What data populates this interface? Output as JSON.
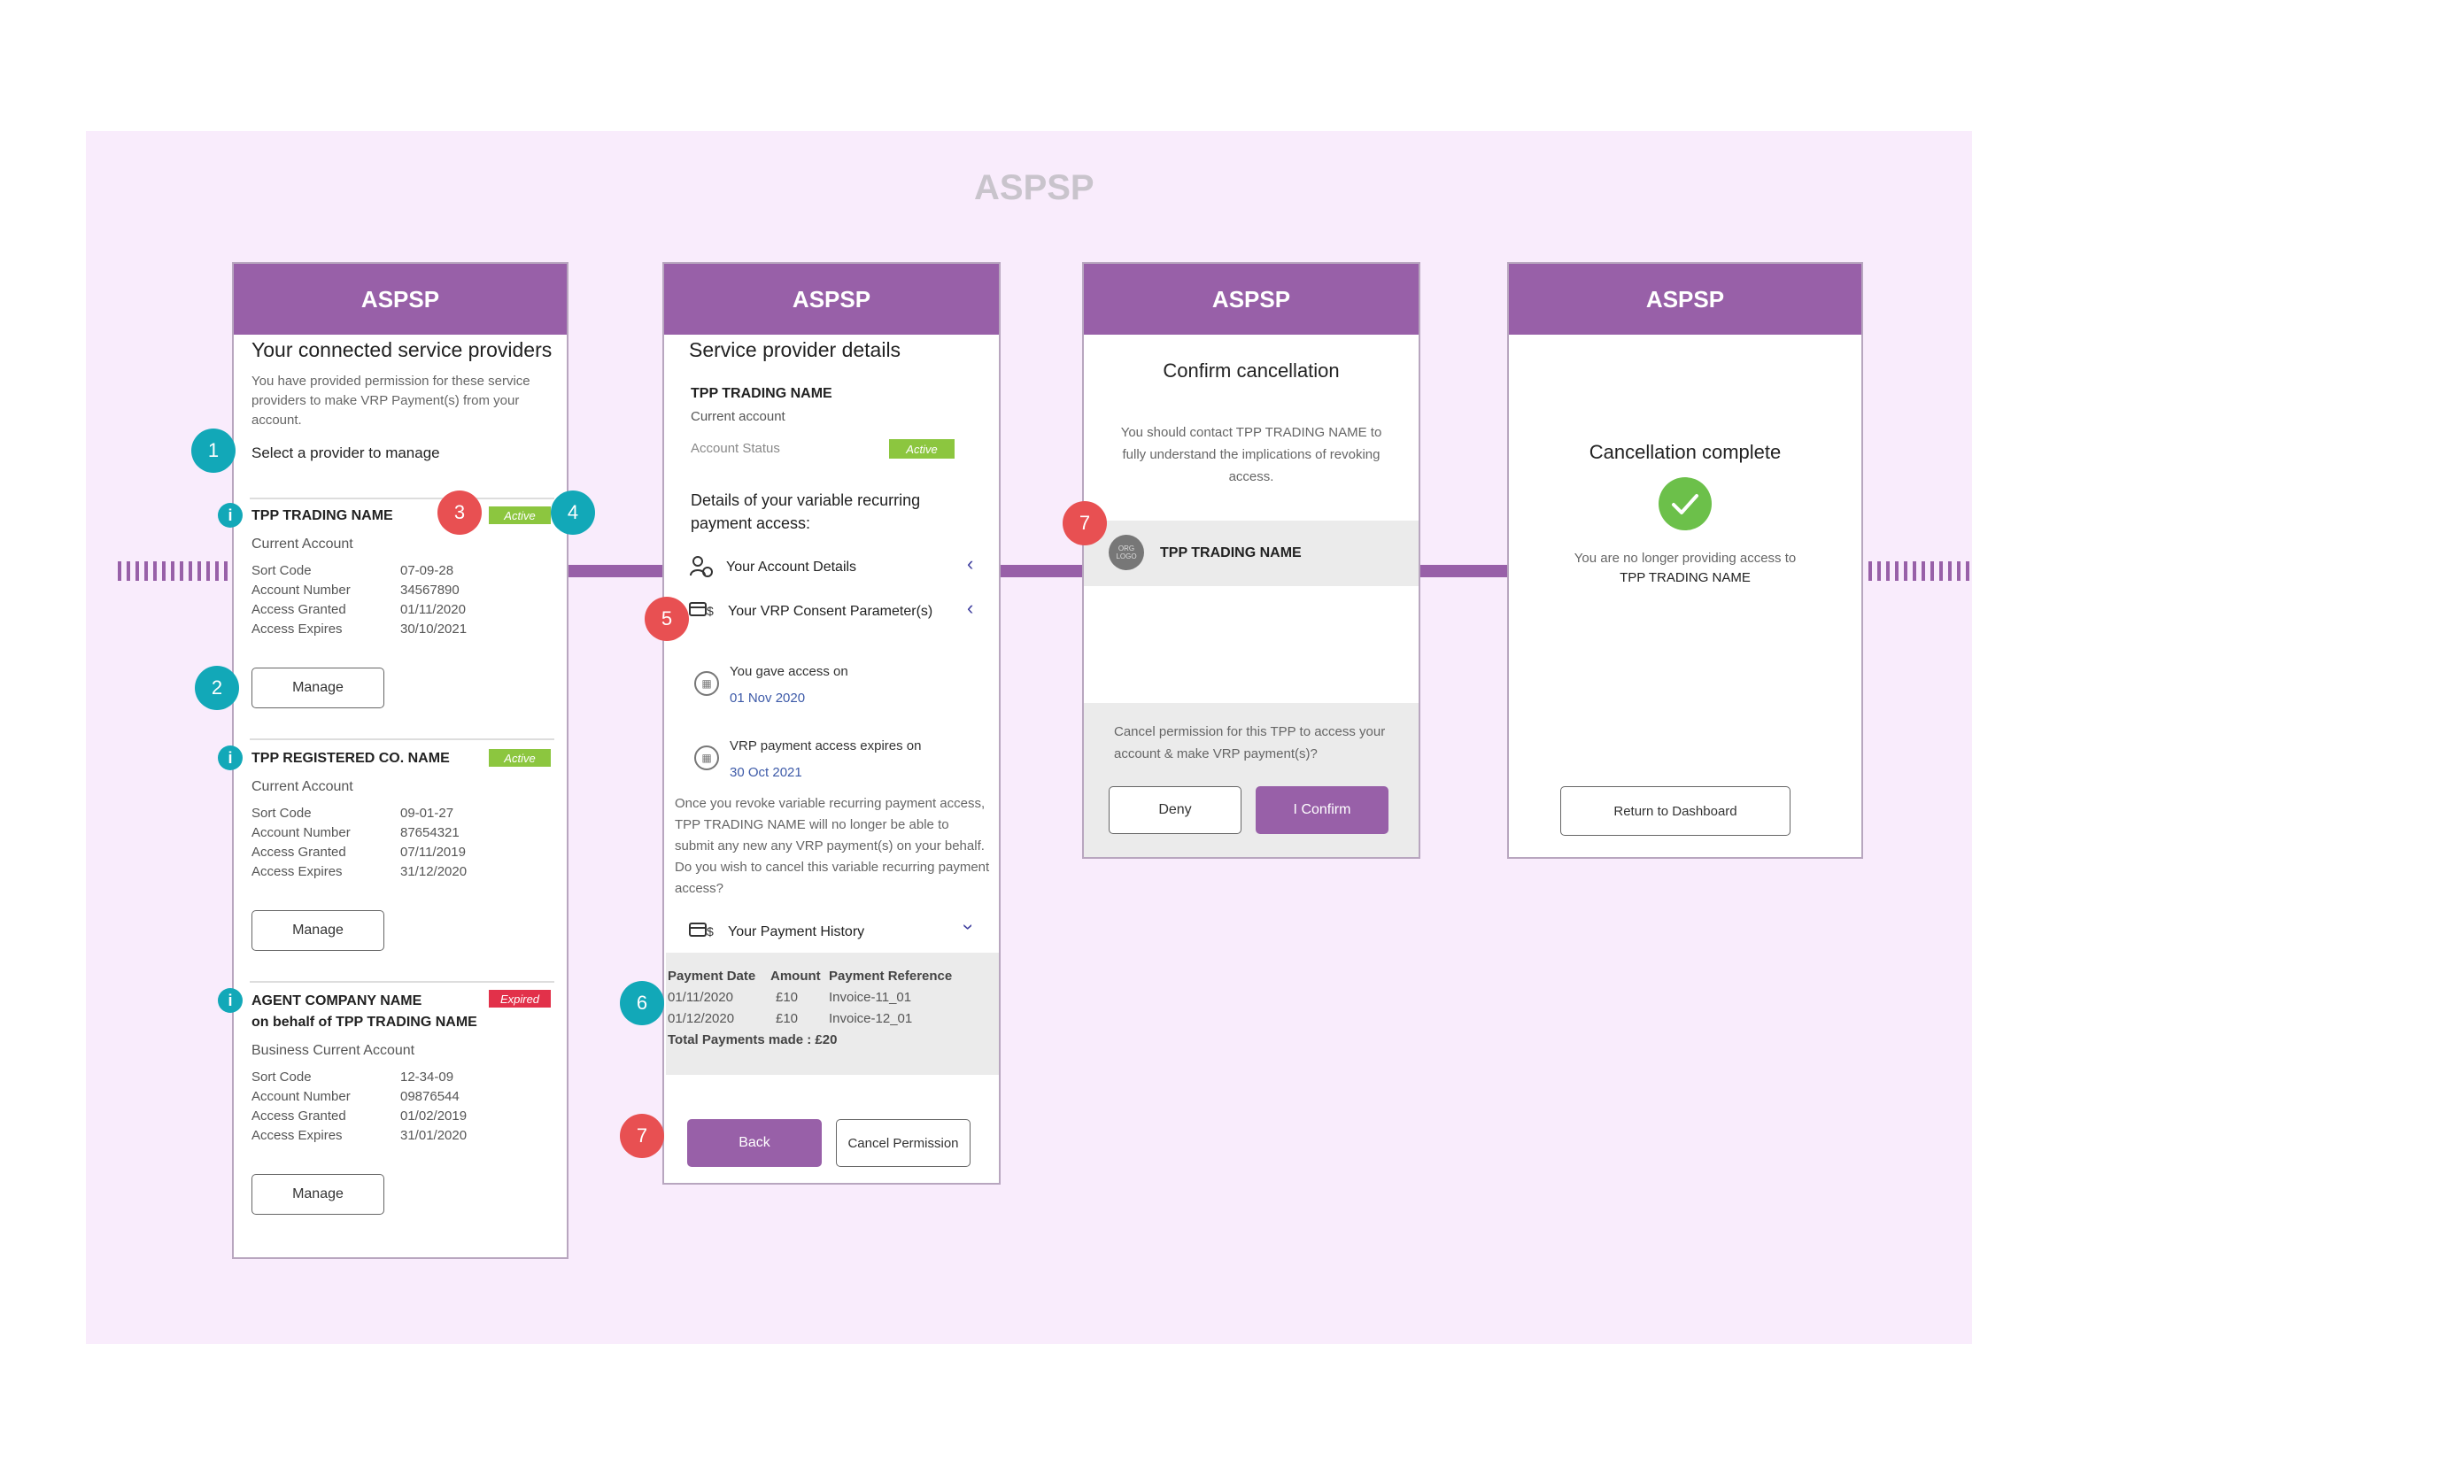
{
  "diagram_title": "ASPSP",
  "screen1": {
    "header": "ASPSP",
    "title": "Your connected service providers",
    "intro": "You have provided permission for these service providers to make VRP Payment(s) from your account.",
    "select_prompt": "Select a provider to manage",
    "field_labels": [
      "Sort Code",
      "Account Number",
      "Access Granted",
      "Access Expires"
    ],
    "providers": [
      {
        "name": "TPP TRADING NAME",
        "subname": "",
        "status": "Active",
        "account_type": "Current Account",
        "values": [
          "07-09-28",
          "34567890",
          "01/11/2020",
          "30/10/2021"
        ],
        "button": "Manage"
      },
      {
        "name": "TPP REGISTERED CO. NAME",
        "subname": "",
        "status": "Active",
        "account_type": "Current Account",
        "values": [
          "09-01-27",
          "87654321",
          "07/11/2019",
          "31/12/2020"
        ],
        "button": "Manage"
      },
      {
        "name": "AGENT COMPANY NAME",
        "subname": "on behalf of TPP TRADING NAME",
        "status": "Expired",
        "account_type": "Business Current Account",
        "values": [
          "12-34-09",
          "09876544",
          "01/02/2019",
          "31/01/2020"
        ],
        "button": "Manage"
      }
    ]
  },
  "screen2": {
    "header": "ASPSP",
    "title": "Service provider details",
    "tpp_name": "TPP TRADING NAME",
    "account": "Current account",
    "status_label": "Account Status",
    "status": "Active",
    "details_heading": "Details of your variable recurring payment access:",
    "rows": [
      "Your Account Details",
      "Your VRP Consent Parameter(s)"
    ],
    "gave_access_label": "You gave access on",
    "gave_access_date": "01 Nov 2020",
    "expires_label": "VRP payment access expires on",
    "expires_date": "30 Oct 2021",
    "warning": "Once you revoke variable recurring payment access, TPP TRADING NAME will no longer be able to submit any new any VRP payment(s) on your behalf. Do you wish to cancel this variable recurring payment access?",
    "history_label": "Your Payment History",
    "history_headers": [
      "Payment Date",
      "Amount",
      "Payment Reference"
    ],
    "history_rows": [
      [
        "01/11/2020",
        "£10",
        "Invoice-11_01"
      ],
      [
        "01/12/2020",
        "£10",
        "Invoice-12_01"
      ]
    ],
    "total": "Total Payments made : £20",
    "back_button": "Back",
    "cancel_button": "Cancel Permission"
  },
  "screen3": {
    "header": "ASPSP",
    "title": "Confirm cancellation",
    "message": "You should contact TPP TRADING NAME to fully understand the implications of revoking access.",
    "logo_text": "ORG LOGO",
    "tpp_name": "TPP TRADING NAME",
    "footer_text": "Cancel permission for this TPP to access your account & make VRP payment(s)?",
    "deny_button": "Deny",
    "confirm_button": "I Confirm"
  },
  "screen4": {
    "header": "ASPSP",
    "title": "Cancellation complete",
    "message": "You are no longer providing access to",
    "tpp_name": "TPP TRADING NAME",
    "return_button": "Return to Dashboard"
  },
  "markers": {
    "m1": "1",
    "m2": "2",
    "m3": "3",
    "m4": "4",
    "m5": "5",
    "m6": "6",
    "m7a": "7",
    "m7b": "7",
    "info": "i"
  },
  "colors": {
    "accent": "#9860a8",
    "active": "#8cc63f",
    "expired": "#e2314a",
    "teal": "#12a8b8",
    "red_marker": "#e85052",
    "background": "#f9ecfc"
  }
}
